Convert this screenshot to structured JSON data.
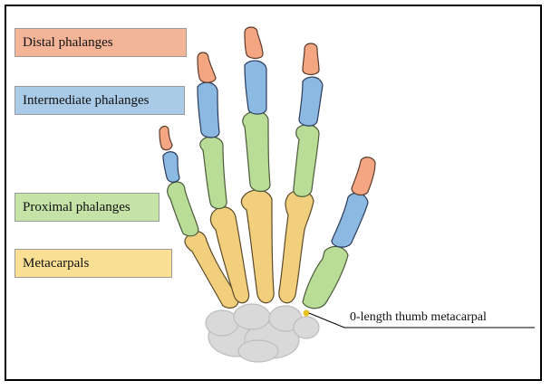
{
  "labels": {
    "distal": "Distal phalanges",
    "intermediate": "Intermediate phalanges",
    "proximal": "Proximal phalanges",
    "metacarpals": "Metacarpals",
    "thumb_metacarpal": "0-length thumb metacarpal"
  },
  "colors": {
    "distal": "#f4a582",
    "intermediate": "#8cb9e1",
    "proximal": "#b9dc96",
    "metacarpals": "#f2cf7c",
    "carpals": "#d9d9d9",
    "thumb_metacarpal": "#e8c020",
    "label_distal_bg": "#f4b498",
    "label_intermediate_bg": "#a9cbe8",
    "label_proximal_bg": "#c5e3a7",
    "label_metacarpals_bg": "#fbdf95"
  }
}
